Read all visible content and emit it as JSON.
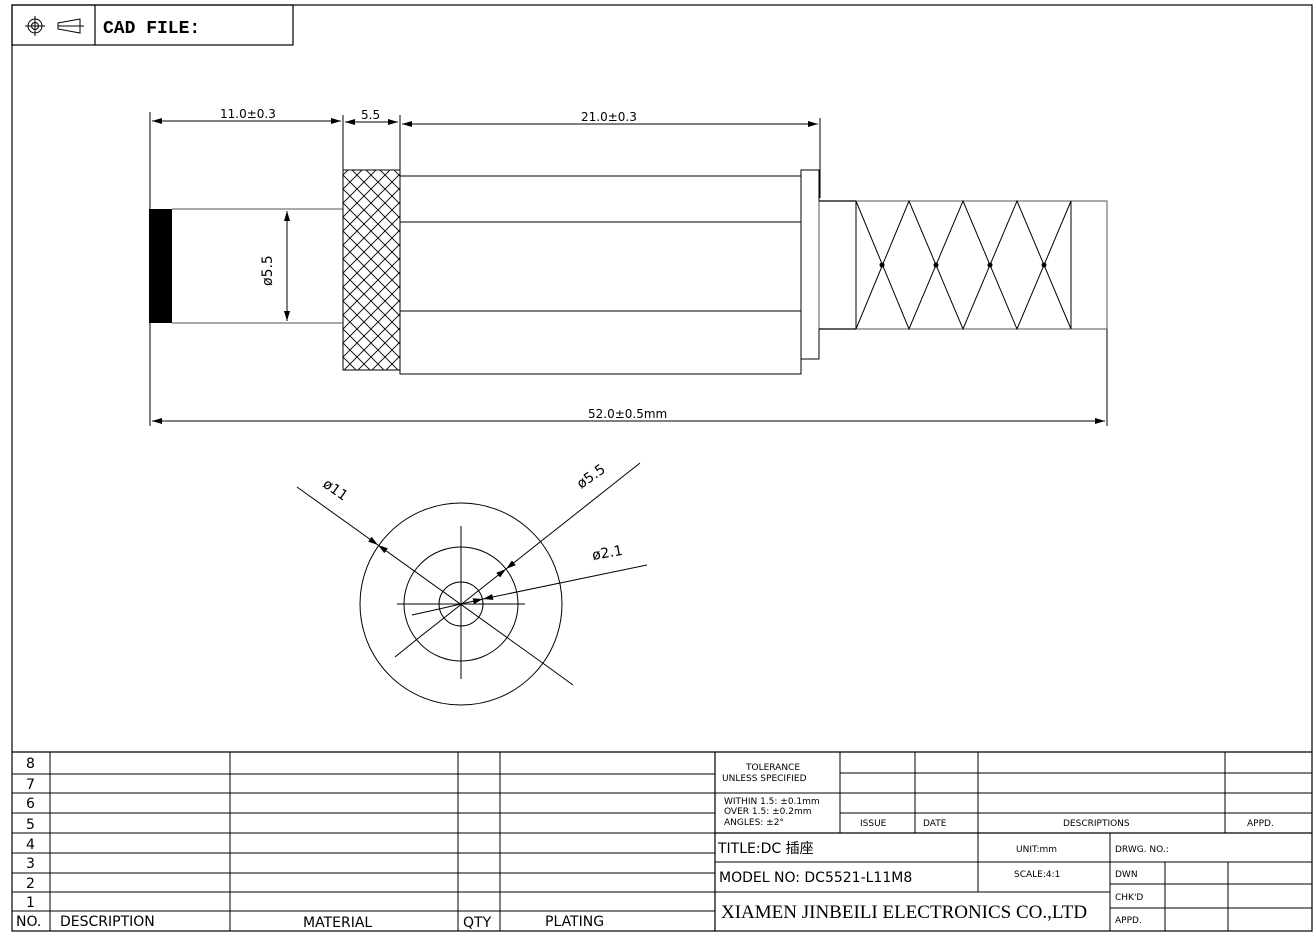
{
  "header": {
    "cad_file_label": "CAD FILE:",
    "projection_icon": "first-angle-projection-icon"
  },
  "dimensions": {
    "cap_length": "11.0±0.3",
    "knurl_width": "5.5",
    "body_length": "21.0±0.3",
    "total_length": "52.0±0.5mm",
    "side_diameter": "ø5.5",
    "outer_diameter": "ø11",
    "middle_diameter": "ø5.5",
    "pin_diameter": "ø2.1"
  },
  "parts_table": {
    "rows": [
      "8",
      "7",
      "6",
      "5",
      "4",
      "3",
      "2",
      "1"
    ],
    "headers": {
      "no": "NO.",
      "description": "DESCRIPTION",
      "material": "MATERIAL",
      "qty": "QTY",
      "plating": "PLATING"
    }
  },
  "title_block": {
    "tolerance_1": "TOLERANCE",
    "tolerance_2": "UNLESS SPECIFIED",
    "within": "WITHIN 1.5: ±0.1mm",
    "over": "OVER 1.5:  ±0.2mm",
    "angles": "ANGLES: ±2°",
    "issue": "ISSUE",
    "date": "DATE",
    "descriptions": "DESCRIPTIONS",
    "appd": "APPD.",
    "title": "TITLE:DC 插座",
    "unit": "UNIT:mm",
    "drwg_no": "DRWG. NO.:",
    "model_no": "MODEL NO: DC5521-L11M8",
    "scale": "SCALE:4:1",
    "dwn": "DWN",
    "chkd": "CHK'D",
    "appd2": "APPD.",
    "company": "XIAMEN JINBEILI ELECTRONICS CO.,LTD"
  }
}
